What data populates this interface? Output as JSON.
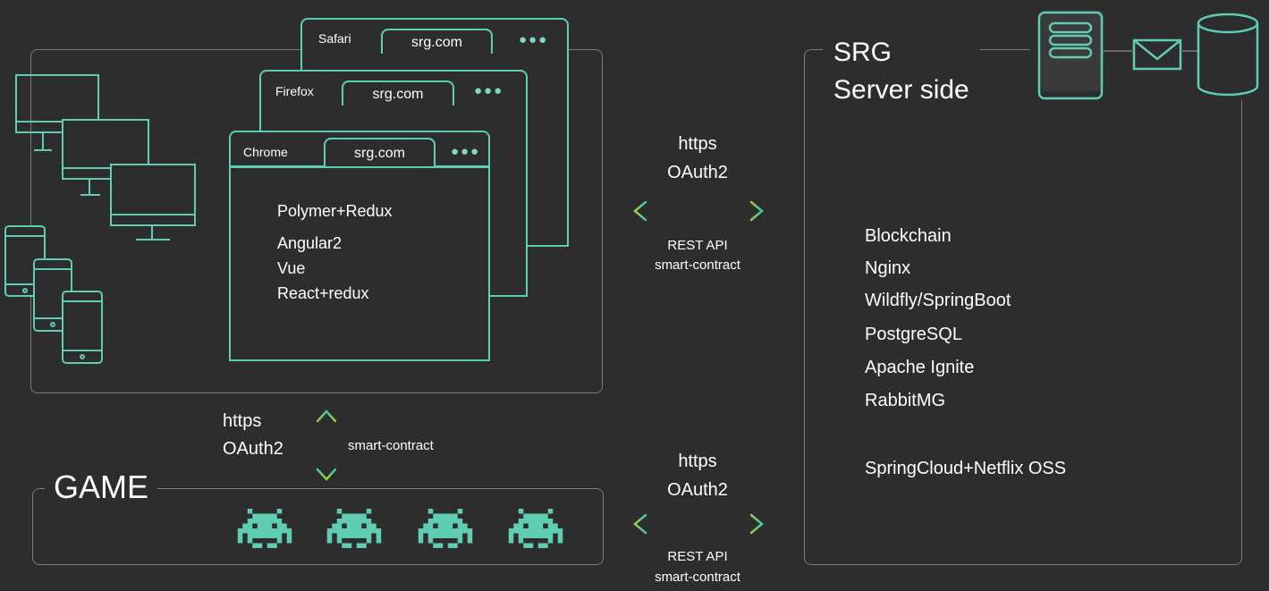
{
  "colors": {
    "background": "#2d2d2d",
    "accent": "#5fcdb4",
    "box_border": "#7a7a7a",
    "arrow_start": "#9ccb3c",
    "arrow_end": "#3fc7a6"
  },
  "browsers": [
    {
      "name": "Safari",
      "url": "srg.com",
      "dots": "●●●"
    },
    {
      "name": "Firefox",
      "url": "srg.com",
      "dots": "●●●"
    },
    {
      "name": "Chrome",
      "url": "srg.com",
      "dots": "●●●"
    }
  ],
  "frontend_stack": [
    "Polymer+Redux",
    "Angular2",
    "Vue",
    "React+redux"
  ],
  "server": {
    "title_line1": "SRG",
    "title_line2": "Server side",
    "stack": [
      "Blockchain",
      "Nginx",
      "Wildfly/SpringBoot",
      "PostgreSQL",
      "Apache Ignite",
      "RabbitMG"
    ],
    "extra": "SpringCloud+Netflix OSS"
  },
  "game": {
    "title": "GAME",
    "invader_icons": [
      "space-invader-icon",
      "space-invader-icon",
      "space-invader-icon",
      "space-invader-icon"
    ]
  },
  "links": {
    "clients_server": {
      "line1": "https",
      "line2": "OAuth2",
      "api": "REST API",
      "contract": "smart-contract"
    },
    "game_server": {
      "line1": "https",
      "line2": "OAuth2",
      "api": "REST API",
      "contract": "smart-contract"
    },
    "clients_game": {
      "line1": "https",
      "line2": "OAuth2",
      "contract": "smart-contract"
    }
  }
}
